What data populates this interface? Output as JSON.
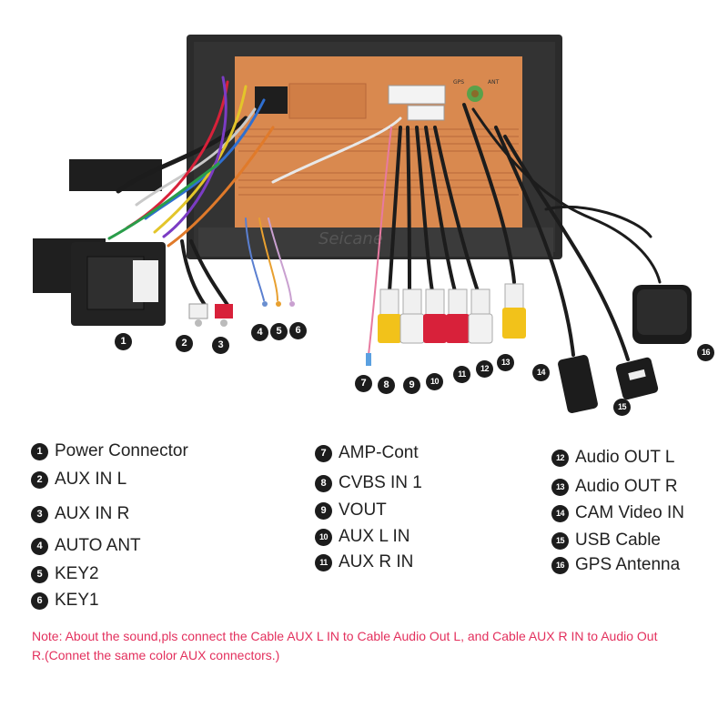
{
  "brand": "Seicane",
  "unit_labels": {
    "ant": "ANT",
    "gps": "GPS"
  },
  "callouts": [
    "1",
    "2",
    "3",
    "4",
    "5",
    "6",
    "7",
    "8",
    "9",
    "10",
    "11",
    "12",
    "13",
    "14",
    "15",
    "16"
  ],
  "legend": [
    {
      "num": "1",
      "label": "Power Connector"
    },
    {
      "num": "2",
      "label": "AUX IN L"
    },
    {
      "num": "3",
      "label": "AUX IN R"
    },
    {
      "num": "4",
      "label": "AUTO ANT"
    },
    {
      "num": "5",
      "label": "KEY2"
    },
    {
      "num": "6",
      "label": "KEY1"
    },
    {
      "num": "7",
      "label": "AMP-Cont"
    },
    {
      "num": "8",
      "label": "CVBS IN 1"
    },
    {
      "num": "9",
      "label": "VOUT"
    },
    {
      "num": "10",
      "label": "AUX L IN"
    },
    {
      "num": "11",
      "label": "AUX R IN"
    },
    {
      "num": "12",
      "label": "Audio OUT L"
    },
    {
      "num": "13",
      "label": "Audio OUT R"
    },
    {
      "num": "14",
      "label": "CAM Video IN"
    },
    {
      "num": "15",
      "label": "USB Cable"
    },
    {
      "num": "16",
      "label": "GPS Antenna"
    }
  ],
  "note": "Note: About the sound,pls connect the Cable AUX L IN to Cable Audio Out L, and Cable AUX R IN to Audio Out R.(Connet the same color AUX connectors.)",
  "colors": {
    "note": "#e3305d",
    "board": "#d9894f",
    "frame": "#2b2b2b",
    "rca_yellow": "#f2c21a",
    "rca_red": "#d8213a",
    "rca_white": "#f2f2f2"
  }
}
